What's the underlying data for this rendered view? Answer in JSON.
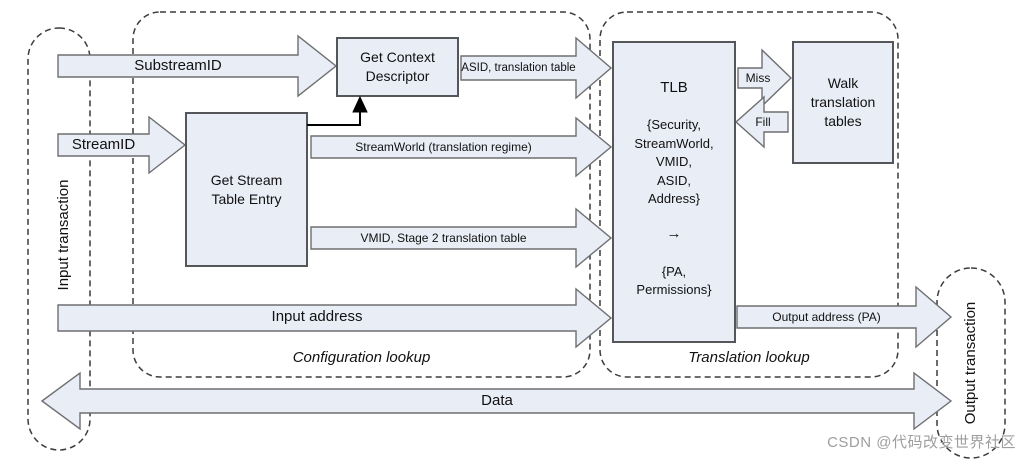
{
  "diagram": {
    "regions": {
      "input_transaction": "Input transaction",
      "configuration_lookup": "Configuration lookup",
      "translation_lookup": "Translation lookup",
      "output_transaction": "Output transaction"
    },
    "boxes": {
      "get_context_descriptor": "Get Context\nDescriptor",
      "get_stream_table_entry": "Get Stream\nTable Entry",
      "walk_translation_tables": "Walk\ntranslation\ntables",
      "tlb": {
        "title": "TLB",
        "lookup_key": "{Security,\nStreamWorld,\nVMID,\nASID,\nAddress}",
        "maps_to": "→",
        "result": "{PA,\nPermissions}"
      }
    },
    "arrows": {
      "substream_id": "SubstreamID",
      "stream_id": "StreamID",
      "asid_translation_table": "ASID, translation table",
      "streamworld": "StreamWorld (translation regime)",
      "vmid_stage2": "VMID, Stage 2 translation table",
      "input_address": "Input address",
      "output_address": "Output address (PA)",
      "miss": "Miss",
      "fill": "Fill",
      "data": "Data"
    },
    "colors": {
      "shape_fill": "#e9edf6",
      "shape_border": "#55565a",
      "dashed_border": "#3c3c3c",
      "text": "#111111",
      "watermark": "#9e9e9e"
    },
    "watermark": "CSDN @代码改变世界社区"
  }
}
